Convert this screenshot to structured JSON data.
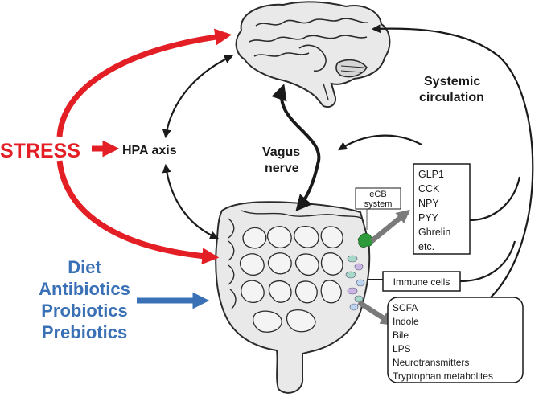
{
  "labels": {
    "stress": "STRESS",
    "hpa_axis": "HPA axis",
    "vagus_line1": "Vagus",
    "vagus_line2": "nerve",
    "systemic_line1": "Systemic",
    "systemic_line2": "circulation",
    "ecb_line1": "eCB",
    "ecb_line2": "system",
    "immune_cells": "Immune cells"
  },
  "factors": [
    "Diet",
    "Antibiotics",
    "Probiotics",
    "Prebiotics"
  ],
  "hormones": [
    "GLP1",
    "CCK",
    "NPY",
    "PYY",
    "Ghrelin",
    "etc."
  ],
  "metabolites": [
    "SCFA",
    "Indole",
    "Bile",
    "LPS",
    "Neurotransmitters",
    "Tryptophan metabolites"
  ],
  "colors": {
    "stress": "#e31e24",
    "factors": "#3a70b5",
    "arrow_dark": "#1a1a1a",
    "arrow_grey": "#7a7a7a",
    "organ_fill": "#e9e9e9",
    "organ_stroke": "#2b2b2b",
    "ecb_green": "#2e9b3a"
  }
}
